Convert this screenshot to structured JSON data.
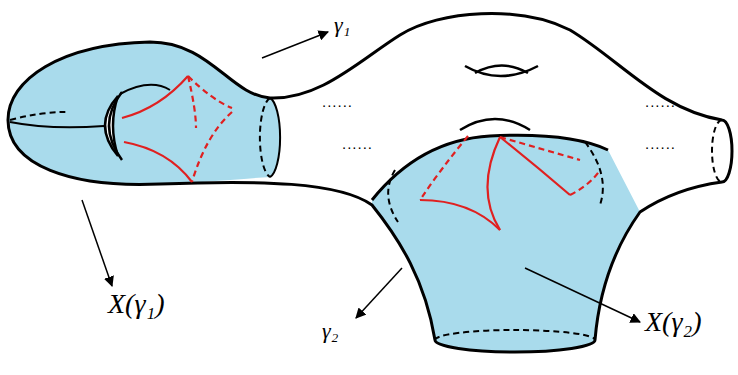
{
  "diagram": {
    "labels": [
      "γ₁",
      "X(γ₁)",
      "γ₂",
      "X(γ₂)",
      "......",
      "......",
      "......",
      "......"
    ]
  }
}
